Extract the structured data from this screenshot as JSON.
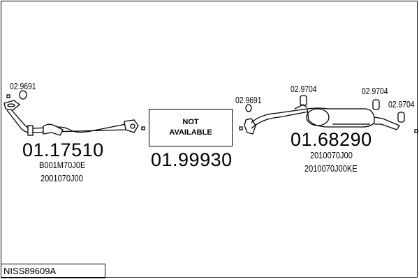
{
  "reference": "NISS89609A",
  "parts": [
    {
      "number": "01.17510",
      "codes": [
        "B001M70J0E",
        "2001070J00"
      ],
      "accessories": [
        "02.9691"
      ]
    },
    {
      "number": "01.99930",
      "image_text": [
        "NOT",
        "AVAILABLE"
      ]
    },
    {
      "number": "01.68290",
      "codes": [
        "2010070J00",
        "2010070J00KE"
      ],
      "accessories": [
        "02.9691",
        "02.9704",
        "02.9704",
        "02.9704"
      ]
    }
  ]
}
